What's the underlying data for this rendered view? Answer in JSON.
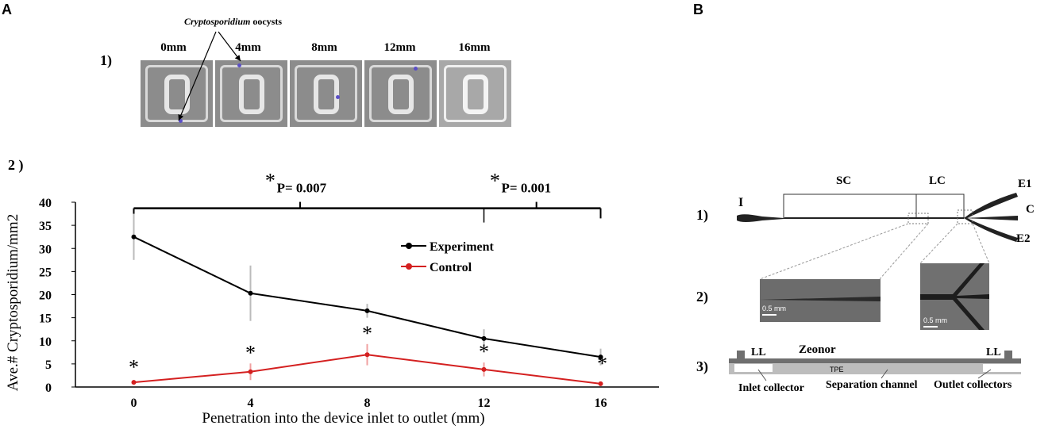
{
  "panel_a": {
    "letter": "A",
    "sub1_label": "1)",
    "sub2_label": "2 )",
    "oocyst_label_italic": "Cryptosporidium",
    "oocyst_label_rest": " oocysts",
    "thumbnails": [
      "0mm",
      "4mm",
      "8mm",
      "12mm",
      "16mm"
    ]
  },
  "chart_data": {
    "type": "line",
    "x": [
      0,
      4,
      8,
      12,
      16
    ],
    "xlabel": "Penetration into the device inlet to outlet (mm)",
    "ylabel": "Ave.# Cryptosporidium/mm2",
    "xlim": [
      -2,
      18
    ],
    "ylim": [
      0,
      40
    ],
    "yticks": [
      0,
      5,
      10,
      15,
      20,
      25,
      30,
      35,
      40
    ],
    "xticks": [
      0,
      4,
      8,
      12,
      16
    ],
    "series": [
      {
        "name": "Experiment",
        "color": "#000000",
        "values": [
          32.5,
          20.3,
          16.5,
          10.5,
          6.5
        ],
        "errors": [
          5.0,
          6.0,
          1.5,
          2.0,
          1.8
        ]
      },
      {
        "name": "Control",
        "color": "#d42020",
        "values": [
          1.0,
          3.3,
          7.0,
          3.8,
          0.7
        ],
        "errors": [
          0.5,
          1.8,
          2.3,
          1.5,
          0.5
        ]
      }
    ],
    "significance_markers": [
      "*",
      "*",
      "*",
      "*",
      "*"
    ],
    "brackets": [
      {
        "label_star": "*",
        "label": "P= 0.007"
      },
      {
        "label_star": "*",
        "label": "P= 0.001"
      }
    ],
    "legend_placement": "top-right",
    "grid": false
  },
  "panel_b": {
    "letter": "B",
    "sub1": "1)",
    "sub2": "2)",
    "sub3": "3)",
    "labels": {
      "I": "I",
      "SC": "SC",
      "LC": "LC",
      "E1": "E1",
      "C": "C",
      "E2": "E2",
      "LL_left": "LL",
      "zeonor": "Zeonor",
      "LL_right": "LL",
      "tpe": "TPE",
      "inlet": "Inlet collector",
      "separation": "Separation channel",
      "outlet": "Outlet collectors",
      "scale1": "0.5 mm",
      "scale2": "0.5 mm"
    }
  },
  "colors": {
    "experiment": "#000000",
    "control": "#d42020",
    "thumb_bg": "#8c8c8c"
  }
}
